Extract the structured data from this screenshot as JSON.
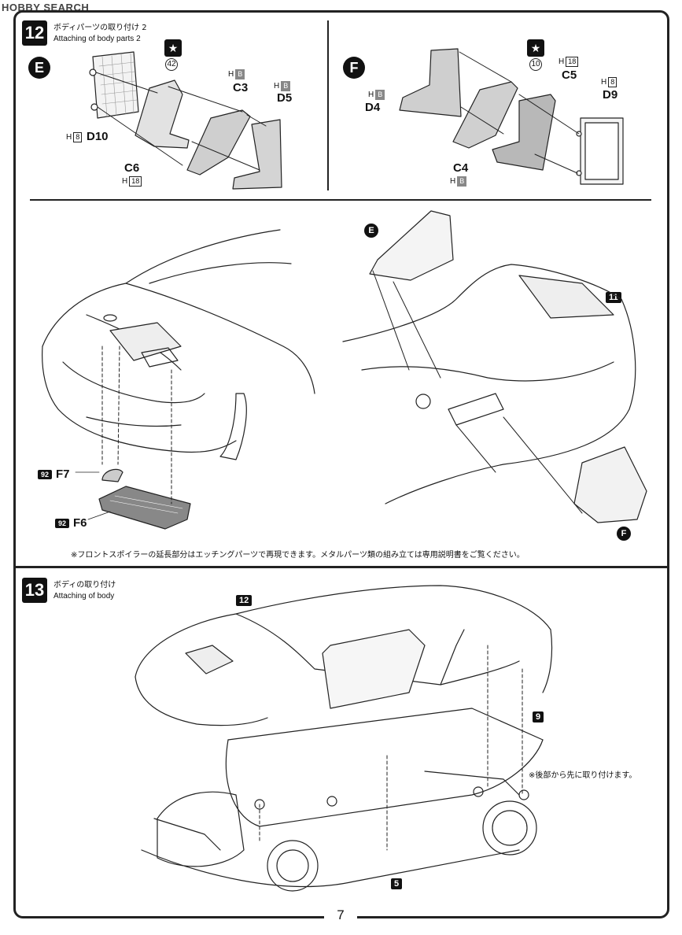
{
  "watermark": "HOBBY SEARCH",
  "step12": {
    "number": "12",
    "title_jp": "ボディパーツの取り付け 2",
    "title_en": "Attaching of body parts 2",
    "panel_e": {
      "marker": "E",
      "color_badge_num": "42",
      "parts": [
        {
          "name": "C3",
          "h": "H",
          "paint": "B"
        },
        {
          "name": "D5",
          "h": "H",
          "paint": "B"
        },
        {
          "name": "D10",
          "h": "H",
          "paint": "8"
        },
        {
          "name": "C6",
          "h": "H",
          "paint": "18"
        }
      ]
    },
    "panel_f": {
      "marker": "F",
      "color_badge_num": "10",
      "parts": [
        {
          "name": "C5",
          "h": "H",
          "paint": "18"
        },
        {
          "name": "D9",
          "h": "H",
          "paint": "8"
        },
        {
          "name": "D4",
          "h": "H",
          "paint": "B"
        },
        {
          "name": "C4",
          "h": "H",
          "paint": "B"
        }
      ]
    },
    "lower": {
      "ref_step": "11",
      "marker_e": "E",
      "marker_f": "F",
      "f7": {
        "code": "92",
        "name": "F7"
      },
      "f6": {
        "code": "92",
        "name": "F6"
      },
      "note": "※フロントスポイラーの延長部分はエッチングパーツで再現できます。メタルパーツ類の組み立ては専用説明書をご覧ください。"
    }
  },
  "step13": {
    "number": "13",
    "title_jp": "ボディの取り付け",
    "title_en": "Attaching of body",
    "ref_12": "12",
    "ref_9": "9",
    "ref_5": "5",
    "note": "※後部から先に取り付けます。"
  },
  "page_number": "7"
}
